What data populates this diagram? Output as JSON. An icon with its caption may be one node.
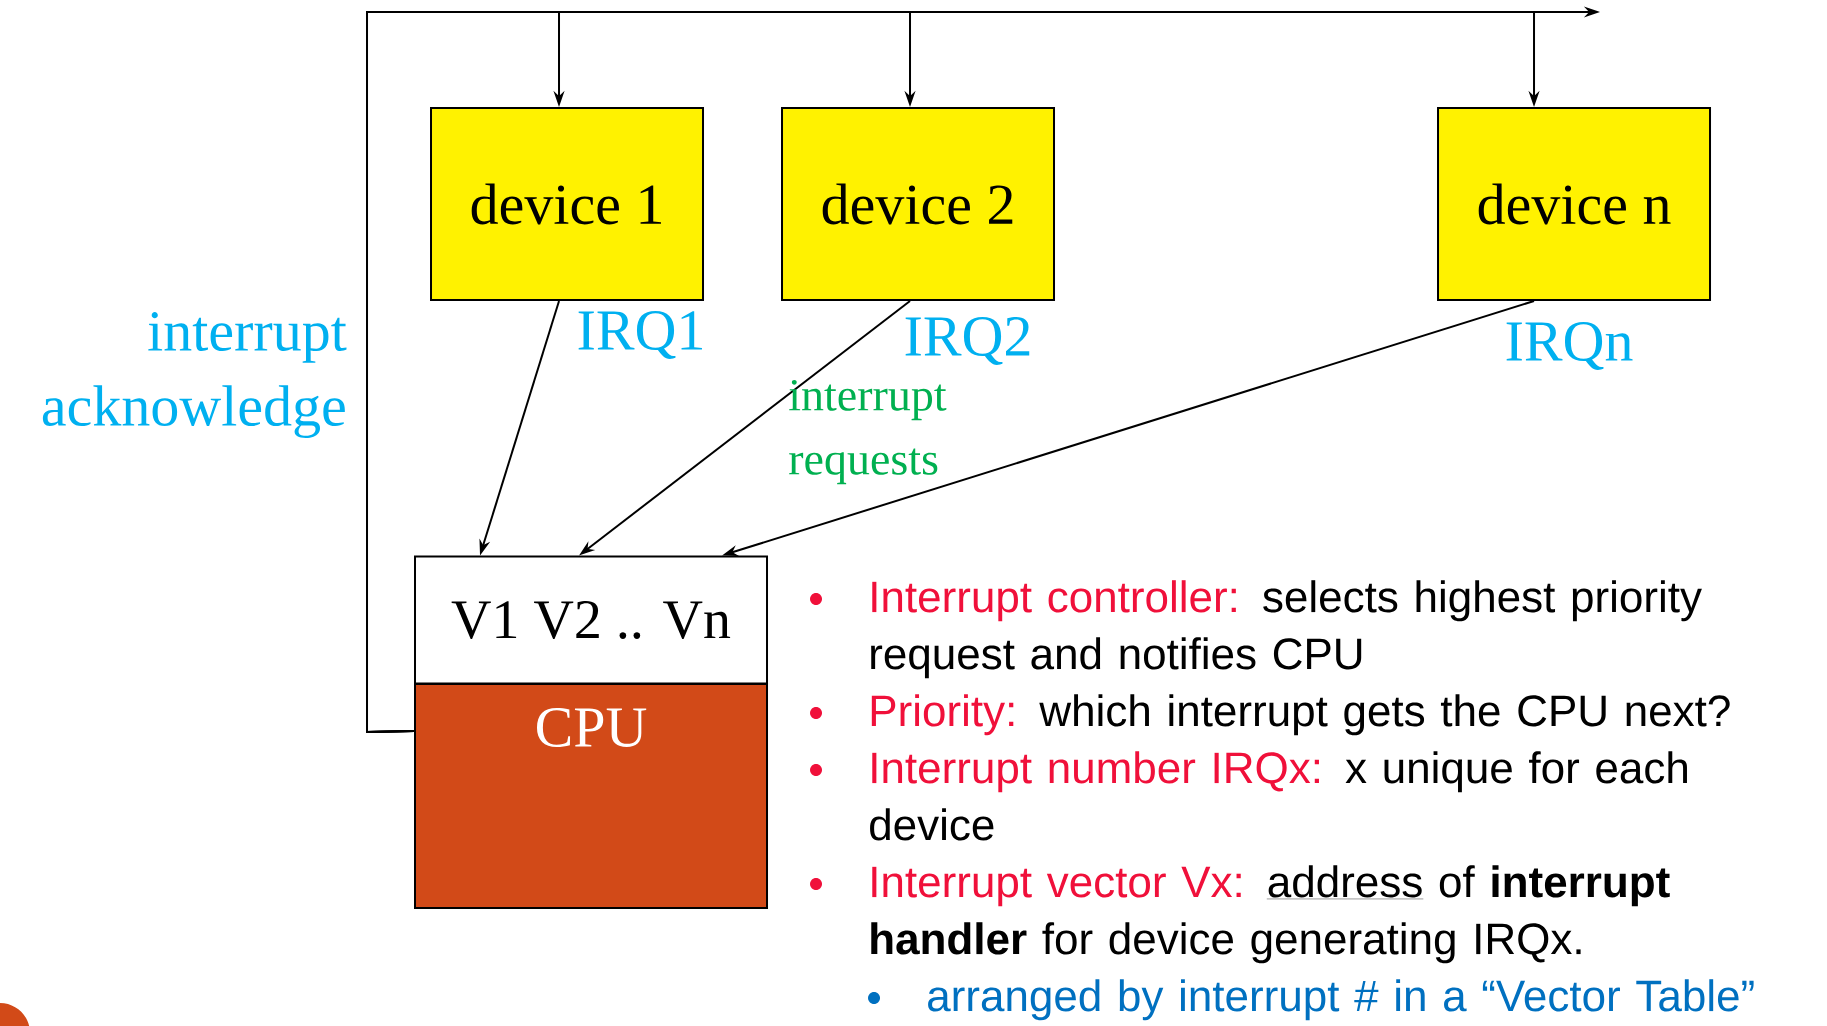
{
  "diagram": {
    "nodes": [
      {
        "text": [
          "device 1"
        ]
      },
      {
        "text": [
          "device 2"
        ]
      },
      {
        "text": [
          "device n"
        ]
      },
      {
        "text": [
          "V1 V2 .. Vn"
        ]
      },
      {
        "text": [
          "CPU"
        ]
      }
    ],
    "edges": [
      {
        "from": 4,
        "to": 0,
        "arrow": "to"
      },
      {
        "from": 4,
        "to": 1,
        "arrow": "to"
      },
      {
        "from": 4,
        "to": 2,
        "arrow": "to"
      },
      {
        "from": 4,
        "to": null,
        "arrow": "to"
      },
      {
        "from": 0,
        "to": 3,
        "arrow": "to"
      },
      {
        "from": 1,
        "to": 3,
        "arrow": "to"
      },
      {
        "from": 2,
        "to": 3,
        "arrow": "to"
      }
    ],
    "labels": [
      "interrupt acknowledge",
      "IRQ1",
      "IRQ2",
      "IRQn",
      "interrupt requests",
      "Interrupt controller:",
      "selects highest priority request and notifies CPU",
      "Priority:",
      "which interrupt gets the CPU next?",
      "Interrupt number IRQx:",
      "x unique for each device",
      "Interrupt vector Vx:",
      "address",
      "of **interrupt handler** for device generating IRQx.",
      "arranged by interrupt # in a “Vector Table”"
    ]
  }
}
